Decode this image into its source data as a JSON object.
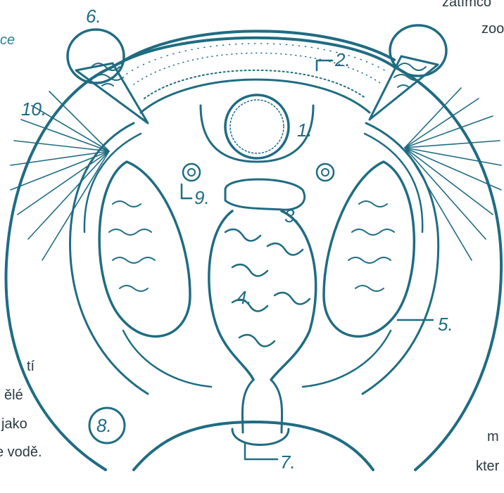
{
  "labels": {
    "l1": "1.",
    "l2": "2.",
    "l3": "3.",
    "l4": "4.",
    "l5": "5.",
    "l6": "6.",
    "l7": "7.",
    "l8": "8.",
    "l9": "9.",
    "l10": "10."
  },
  "text_fragments": {
    "top_left": "ce",
    "top_right_1": "zatímco",
    "top_right_2": "zoo",
    "left_1": "tí",
    "left_2": "ělé",
    "left_3": "jako",
    "left_4": "e vodě.",
    "right_1": "m",
    "right_2": "kter"
  },
  "colors": {
    "ink": "#1f6c82",
    "paper": "#ffffff"
  }
}
